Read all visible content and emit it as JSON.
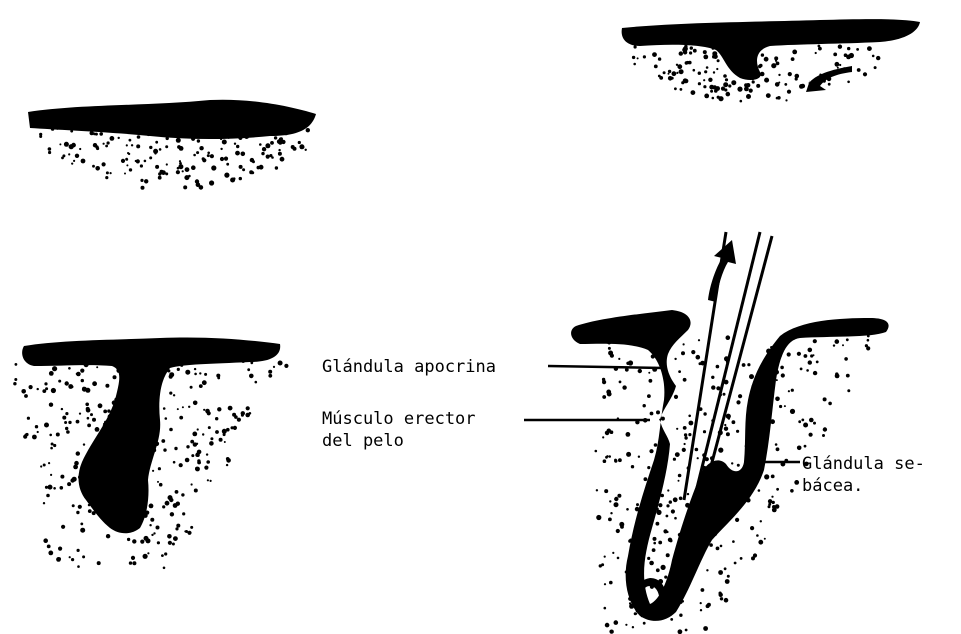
{
  "labels": {
    "apocrine_gland": "Glándula apocrina",
    "erector_muscle_line1": "Músculo erector",
    "erector_muscle_line2": "del pelo",
    "sebaceous_gland_line1": "Glándula se-",
    "sebaceous_gland_line2": "bácea."
  },
  "colors": {
    "ink": "#000000",
    "background": "#ffffff"
  }
}
